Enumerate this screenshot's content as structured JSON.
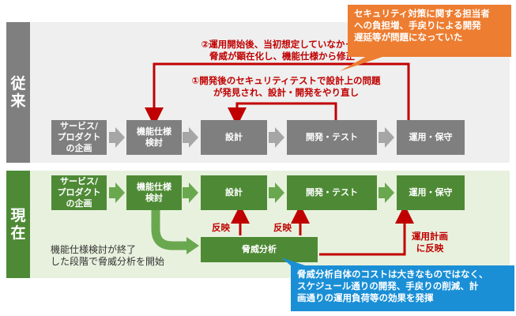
{
  "colors": {
    "legacy_panel": "#efefef",
    "legacy_side": "#7f7f7f",
    "current_panel": "#e8f1de",
    "current_side": "#4e8a35",
    "green_box": "#4e8a35",
    "red": "#c00000",
    "orange_callout": "#ed7d31",
    "blue_callout": "#1a8fd6"
  },
  "legacy": {
    "label": "従\n来",
    "steps": [
      "サービス/\nプロダクト\nの企画",
      "機能仕様\n検討",
      "設計",
      "開発・テスト",
      "運用・保守"
    ],
    "note1": "②運用開始後、当初想定していなかった\n脅威が顕在化し、機能仕様から修正",
    "note2": "①開発後のセキュリティテストで設計上の問題\nが発見され、設計・開発をやり直し",
    "callout": "セキュリティ対策に関する担当者\nへの負担増、手戻りによる開発\n遅延等が問題になっていた"
  },
  "current": {
    "label": "現\n在",
    "steps": [
      "サービス/\nプロダクト\nの企画",
      "機能仕様\n検討",
      "設計",
      "開発・テスト",
      "運用・保守"
    ],
    "threat": "脅威分析",
    "reflect1": "反映",
    "reflect2": "反映",
    "ops_reflect": "運用計画\nに反映",
    "start_note": "機能仕様検討が終了\nした段階で脅威分析を開始",
    "callout": "脅威分析自体のコストは大きなものではなく、\nスケジュール通りの開発、手戻りの削減、計\n画通りの運用負荷等の効果を発揮"
  }
}
